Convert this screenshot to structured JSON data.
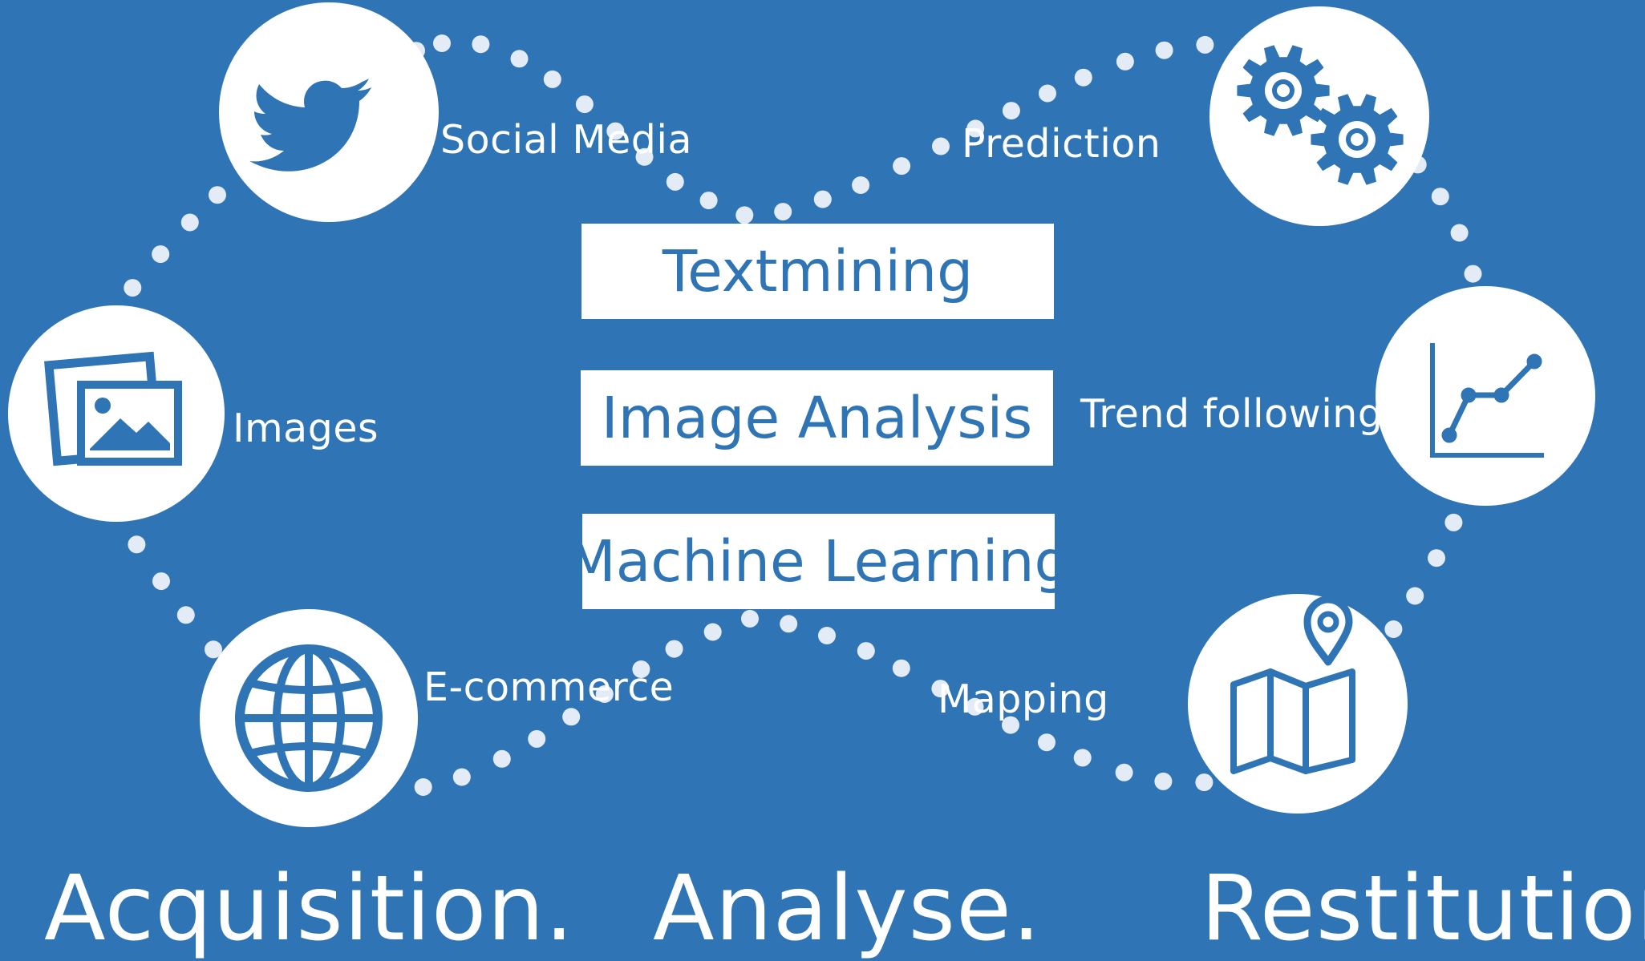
{
  "colors": {
    "background": "#2f74b5",
    "foreground": "#ffffff",
    "dots": "#e3ecf6"
  },
  "sources": [
    {
      "label": "Social Media",
      "icon": "twitter-bird-icon"
    },
    {
      "label": "Images",
      "icon": "pictures-icon"
    },
    {
      "label": "E-commerce",
      "icon": "globe-icon"
    }
  ],
  "methods": [
    "Textmining",
    "Image Analysis",
    "Machine Learning"
  ],
  "outputs": [
    {
      "label": "Prediction",
      "icon": "gears-icon"
    },
    {
      "label": "Trend following",
      "icon": "line-chart-icon"
    },
    {
      "label": "Mapping",
      "icon": "map-pin-icon"
    }
  ],
  "phases": [
    "Acquisition.",
    "Analyse.",
    "Restitution."
  ]
}
